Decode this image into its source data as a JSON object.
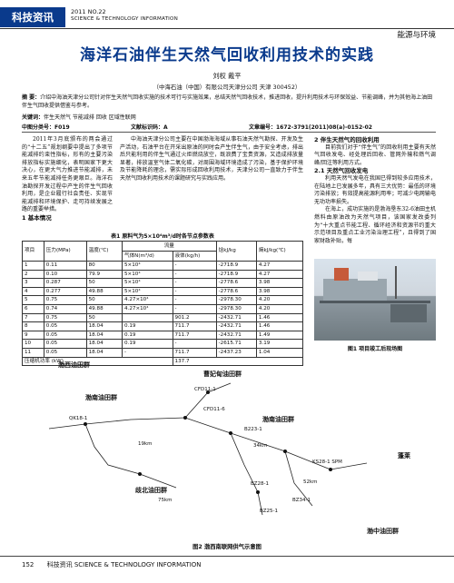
{
  "header": {
    "brand": "科技资讯",
    "issue": "2011 NO.22",
    "subtitle": "SCIENCE & TECHNOLOGY INFORMATION",
    "section": "能源与环境"
  },
  "article": {
    "title": "海洋石油伴生天然气回收利用技术的实践",
    "authors": "刘权  戴平",
    "affiliation": "（中海石油（中国）有限公司天津分公司  天津  300452）",
    "abstract_label": "摘 要：",
    "abstract": "介绍中海油天津分公司针对伴生天然气回收实施的技术可行与实施效果，总结天然气回收技术，推进回收，提升利用技术与环保效益、节能调峰，并为其他海上油田伴生气回收提供借鉴与参考。",
    "keywords_label": "关键词：",
    "keywords": "伴生天然气   节能减排   回收   区域性联网",
    "clc": "中图分类号：F019",
    "doc_code": "文献标识码：A",
    "article_no": "文章编号：1672-3791(2011)08(a)-0152-02"
  },
  "body": {
    "p_intro": "2011年3月底颁布的两会通过的“十二五”规划纲要中提出了多项节能减排约束性指标，形有的主要污染排放指标实施细化，表明国家下更大决心，在更大气力推进节能减排，未来五年节能减排任务更艰巨。海洋石油勘探开发过程中产生的伴生气回收利用，是企业履行社会责任、实现节能减排和环境保护、走可持续发展之路的重要举措。",
    "sec1": "1  基本情况",
    "p_sec1": "中海油天津分公司主要在中国渤海海域从事石油天然气勘探、开发及生产活动，石油平台在开采出原油的同时会产生伴生气，由于安全考虑，排出后只能利用的伴生气通过火炬燃烧放空，既浪费了宝贵资源，又造成排放量显著，排放温室气体二氧化碳，对周围海域环境造成了污染，基于保护环境及节能降耗的理念，需实际形成回收利用技术，天津分公司一直致力于伴生天然气回收利用技术的课题研究与实践应用。",
    "sec2": "2  伴生天然气的回收利用",
    "p_sec2": "目前我们对于“伴生气”的回收利用主要有天然气回收发电、经处理后回收、管网外输和燃气调峰/回注等利用方式。",
    "sec21": "2.1  天然气回收发电",
    "p_sec21": "利用天然气发电在我国已得到较多应用技术，在陆地上已发展多年，具有三大优势：最低的环境污染排放；有效提高能源利用率；可减少电网输电无功功率损失。",
    "p_sec21b": "在海上，成功实施的是渤海垦东32-6油田主机燃料由原油改为天然气项目，该国家发改委列为“十大重点节能工程、循环经济和资源节约重大示范项目及重点工业污染治理工程”，且得到了国家财政补贴，每"
  },
  "table1": {
    "caption": "表1  原料气为5×10⁴m³/d时各节点参数表",
    "headers": [
      "项目",
      "压力(MPa)",
      "温度(℃)",
      "流量",
      "焓kJ/kg",
      "熵kJ/kg(℃)"
    ],
    "subheaders": [
      "气体N(m³/d)",
      "液体(kg/h)"
    ],
    "rows": [
      [
        "1",
        "0.11",
        "80",
        "5×10⁴",
        "-",
        "-2718.9",
        "4.27"
      ],
      [
        "2",
        "0.10",
        "79.9",
        "5×10⁴",
        "-",
        "-2718.9",
        "4.27"
      ],
      [
        "3",
        "0.287",
        "50",
        "5×10⁴",
        "-",
        "-2778.6",
        "3.98"
      ],
      [
        "4",
        "0.277",
        "49.88",
        "5×10⁴",
        "-",
        "-2778.6",
        "3.98"
      ],
      [
        "5",
        "0.75",
        "50",
        "4.27×10⁴",
        "-",
        "-2978.30",
        "4.20"
      ],
      [
        "6",
        "0.74",
        "49.88",
        "4.27×10⁴",
        "-",
        "-2978.30",
        "4.20"
      ],
      [
        "7",
        "0.75",
        "50",
        "",
        "901.2",
        "-2432.71",
        "1.46"
      ],
      [
        "8",
        "0.05",
        "18.04",
        "0.19",
        "711.7",
        "-2432.71",
        "1.46"
      ],
      [
        "9",
        "0.05",
        "18.04",
        "0.19",
        "711.7",
        "-2432.71",
        "1.49"
      ],
      [
        "10",
        "0.05",
        "18.04",
        "0.19",
        "-",
        "-2615.71",
        "3.19"
      ],
      [
        "11",
        "0.05",
        "18.04",
        "-",
        "711.7",
        "-2437.23",
        "1.04"
      ]
    ],
    "last_row_label": "压缩机功率 (kW)",
    "last_row_value": "137.7"
  },
  "figures": {
    "fig1_caption": "图1  项目竣工后现场图",
    "fig2_caption": "图2  渤西南联网供气示意图"
  },
  "map": {
    "regions": [
      "渤西油田群",
      "渤南油田群",
      "曹妃甸油田群",
      "渤南油田群",
      "歧北油田群",
      "渤中油田群"
    ],
    "platforms": [
      "QK18-1",
      "CFD11-1",
      "CFD11-6",
      "B223-1",
      "KS28-1 SPM",
      "BZ28-1",
      "BZ34-1",
      "BZ25-1"
    ],
    "right_label": "蓬莱",
    "distances": [
      "19km",
      "34km",
      "75km",
      "52km"
    ]
  },
  "footer": {
    "page": "152",
    "text": "科技资讯 SCIENCE & TECHNOLOGY INFORMATION"
  }
}
